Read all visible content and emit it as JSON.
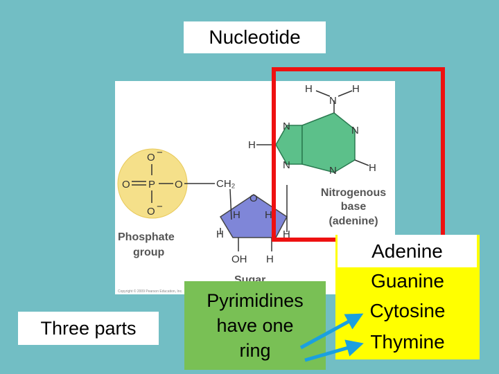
{
  "title": "Nucleotide",
  "figure": {
    "phosphate": {
      "o_top": "O",
      "o_left": "O",
      "p": "P",
      "o_right": "O",
      "o_bottom": "O",
      "minus": "−",
      "label_line1": "Phosphate",
      "label_line2": "group"
    },
    "sugar": {
      "ch2": "CH₂",
      "o": "O",
      "h1": "H",
      "h2": "H",
      "h3": "H",
      "h4": "H",
      "oh": "OH",
      "h5": "H",
      "label": "Sugar"
    },
    "base": {
      "h_top_left": "H",
      "h_top_right": "H",
      "n_amino": "N",
      "n7": "N",
      "n1": "N",
      "n9": "N",
      "n3": "N",
      "h8": "H",
      "h2": "H",
      "label_line1": "Nitrogenous",
      "label_line2": "base",
      "label_line3": "(adenine)"
    },
    "copyright": "Copyright © 2009 Pearson Education, Inc."
  },
  "three_parts": "Three parts",
  "pyrimidines": {
    "line1": "Pyrimidines",
    "line2": "have one",
    "line3": "ring"
  },
  "bases": [
    "Adenine",
    "Guanine",
    "Cytosine",
    "Thymine"
  ],
  "colors": {
    "background": "#72bec4",
    "red_box": "#ee1111",
    "green_box": "#79c055",
    "yellow_box": "#ffff00",
    "arrow": "#1aa0e0",
    "phosphate_fill": "#f5e08a",
    "sugar_fill": "#7f86d8",
    "base_fill": "#5cc08a"
  }
}
